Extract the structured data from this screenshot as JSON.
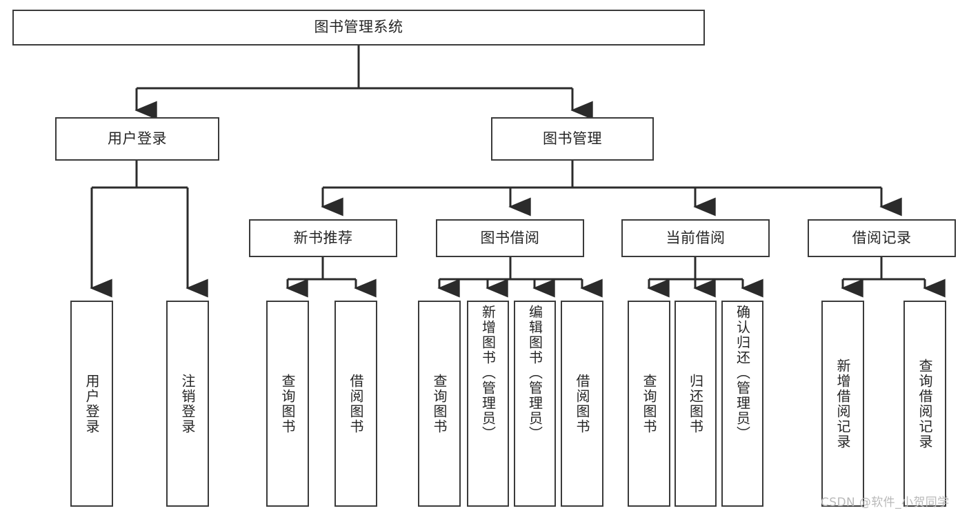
{
  "diagram": {
    "type": "tree-hierarchy",
    "title": "图书管理系统",
    "root": {
      "id": "root",
      "label": "图书管理系统"
    },
    "level2": [
      {
        "id": "user-login",
        "label": "用户登录"
      },
      {
        "id": "book-manage",
        "label": "图书管理"
      }
    ],
    "level3": [
      {
        "id": "new-book-recommend",
        "label": "新书推荐",
        "parent": "book-manage"
      },
      {
        "id": "book-borrow",
        "label": "图书借阅",
        "parent": "book-manage"
      },
      {
        "id": "current-borrow",
        "label": "当前借阅",
        "parent": "book-manage"
      },
      {
        "id": "borrow-record",
        "label": "借阅记录",
        "parent": "book-manage"
      }
    ],
    "leaves": [
      {
        "id": "leaf-user-login",
        "label": "用户登录",
        "parent": "user-login"
      },
      {
        "id": "leaf-user-logout",
        "label": "注销登录",
        "parent": "user-login"
      },
      {
        "id": "leaf-query-book-1",
        "label": "查询图书",
        "parent": "new-book-recommend"
      },
      {
        "id": "leaf-borrow-book-1",
        "label": "借阅图书",
        "parent": "new-book-recommend"
      },
      {
        "id": "leaf-query-book-2",
        "label": "查询图书",
        "parent": "book-borrow"
      },
      {
        "id": "leaf-add-book",
        "label": "新增图书（管理员）",
        "parent": "book-borrow"
      },
      {
        "id": "leaf-edit-book",
        "label": "编辑图书（管理员）",
        "parent": "book-borrow"
      },
      {
        "id": "leaf-borrow-book-2",
        "label": "借阅图书",
        "parent": "book-borrow"
      },
      {
        "id": "leaf-query-book-3",
        "label": "查询图书",
        "parent": "current-borrow"
      },
      {
        "id": "leaf-return-book",
        "label": "归还图书",
        "parent": "current-borrow"
      },
      {
        "id": "leaf-confirm-return",
        "label": "确认归还（管理员）",
        "parent": "current-borrow"
      },
      {
        "id": "leaf-add-record",
        "label": "新增借阅记录",
        "parent": "borrow-record"
      },
      {
        "id": "leaf-query-record",
        "label": "查询借阅记录",
        "parent": "borrow-record"
      }
    ],
    "colors": {
      "border": "#3a3a3a",
      "background": "#ffffff",
      "text": "#262626",
      "connector": "#2b2b2b",
      "watermark": "#b9b9b9"
    }
  },
  "watermark": {
    "text": "CSDN @软件_小贺同学"
  }
}
